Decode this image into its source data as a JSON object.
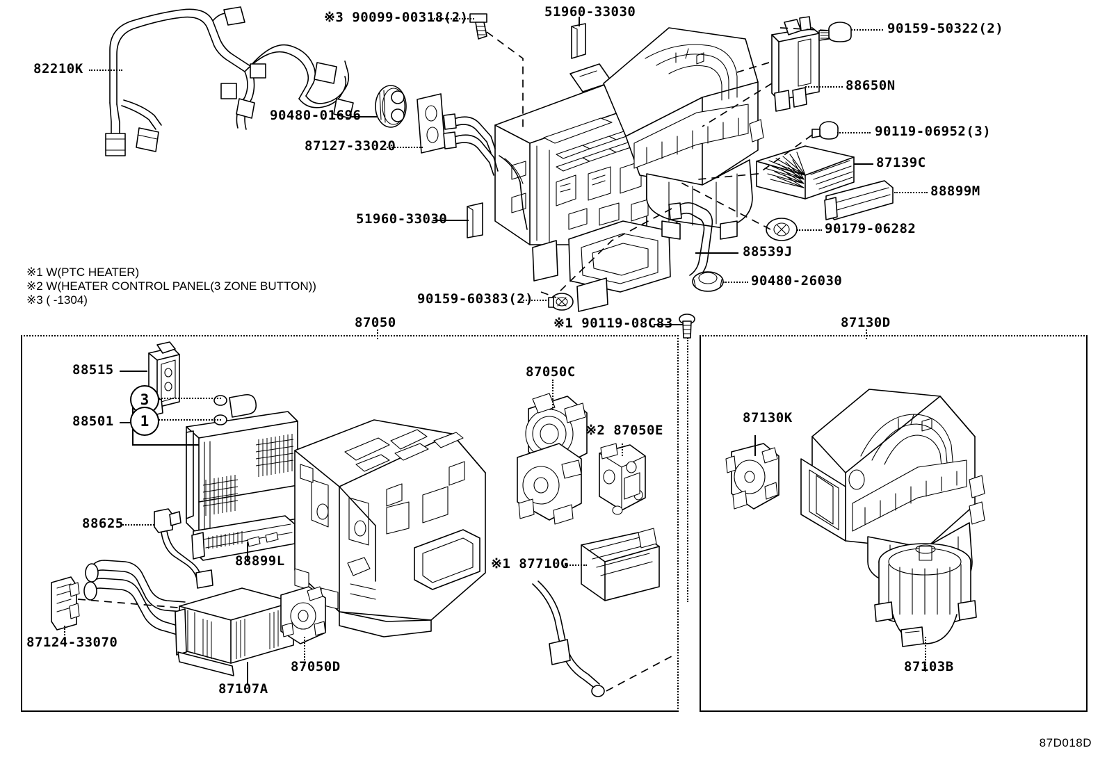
{
  "diagram": {
    "id_code": "87D018D",
    "notes": [
      "※1 W(PTC HEATER)",
      "※2 W(HEATER CONTROL PANEL(3 ZONE BUTTON))",
      "※3 (    -1304)"
    ]
  },
  "labels": {
    "wire_harness": "82210K",
    "bolt_90099": "※3 90099-00318(2)",
    "damper_51960_top": "51960-33030",
    "screw_90159_50322": "90159-50322(2)",
    "amplifier_88650N": "88650N",
    "grommet_90480_01696": "90480-01696",
    "seal_87127_33020": "87127-33020",
    "screw_90119_06952": "90119-06952(3)",
    "cabin_filter_87139C": "87139C",
    "filter_cover_88899M": "88899M",
    "damper_51960_mid": "51960-33030",
    "clip_90179_06282": "90179-06282",
    "drain_hose_88539J": "88539J",
    "grommet_90480_26030": "90480-26030",
    "screw_90159_60383": "90159-60383(2)",
    "group_87050": "87050",
    "bolt_90119_08C83": "※1 90119-08C83",
    "group_87130D": "87130D",
    "expansion_valve_88515": "88515",
    "evaporator_88501": "88501",
    "index_3": "3",
    "index_1": "1",
    "thermistor_88625": "88625",
    "evap_cover_88899L": "88899L",
    "clamp_87124_33070": "87124-33070",
    "heater_core_87107A": "87107A",
    "servo_87050D": "87050D",
    "servo_87050C": "87050C",
    "servo_87050E": "※2 87050E",
    "ptc_heater_87710G": "※1 87710G",
    "servo_87130K": "87130K",
    "blower_motor_87103B": "87103B"
  },
  "colors": {
    "line": "#000000",
    "background": "#ffffff"
  }
}
